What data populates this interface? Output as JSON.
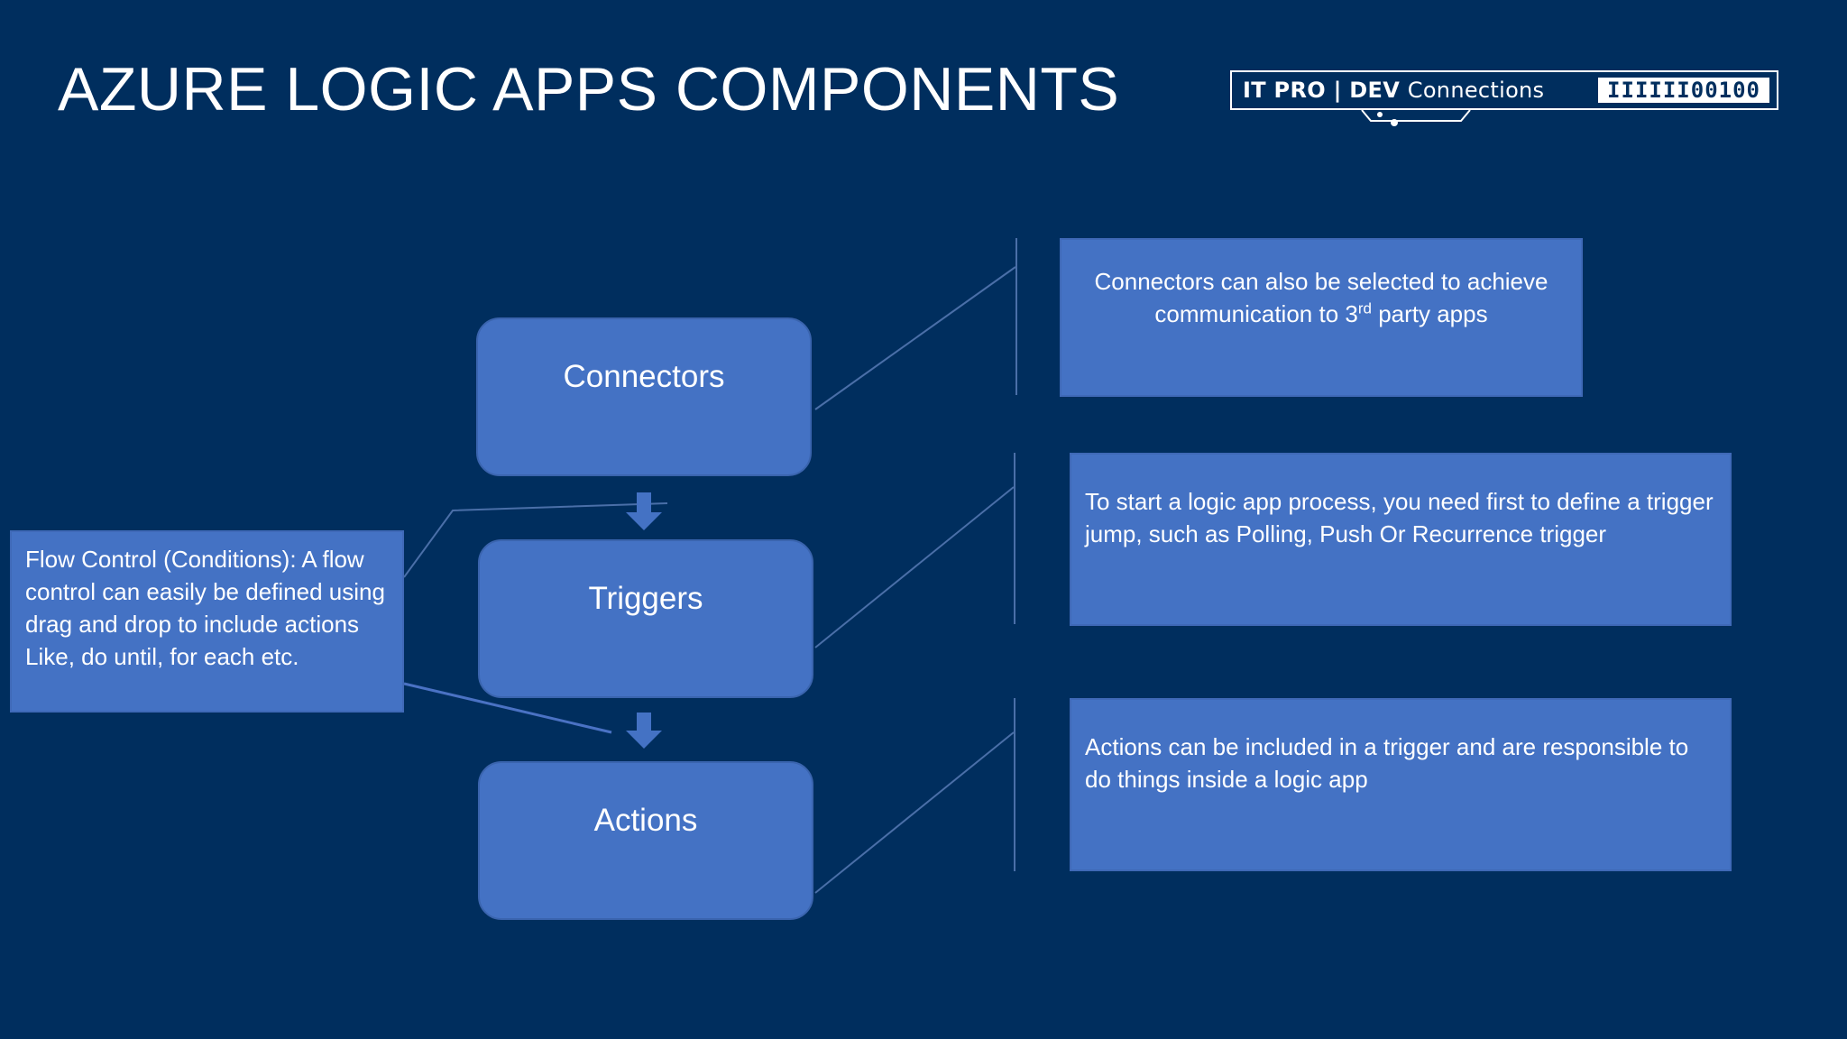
{
  "slide": {
    "title": "AZURE LOGIC APPS COMPONENTS"
  },
  "logo": {
    "brand_bold": "IT PRO | DEV",
    "brand_light": "Connections",
    "binary": "IIIIII00100"
  },
  "nodes": {
    "connectors": "Connectors",
    "triggers": "Triggers",
    "actions": "Actions"
  },
  "callouts": {
    "connectors_line1": "Connectors can also be selected to achieve",
    "connectors_line2_pre": "communication to 3",
    "connectors_line2_sup": "rd",
    "connectors_line2_post": " party apps",
    "triggers": "To start a logic app process, you need first to define a trigger jump, such as Polling, Push Or Recurrence trigger",
    "actions": "Actions can be included in a trigger and are responsible to do things inside a logic app",
    "flow_control": "Flow Control (Conditions): A flow control can easily be defined using drag and drop to include actions Like, do until, for each etc."
  },
  "colors": {
    "background": "#002E5E",
    "box_fill": "#4472C4",
    "text": "#FFFFFF"
  }
}
